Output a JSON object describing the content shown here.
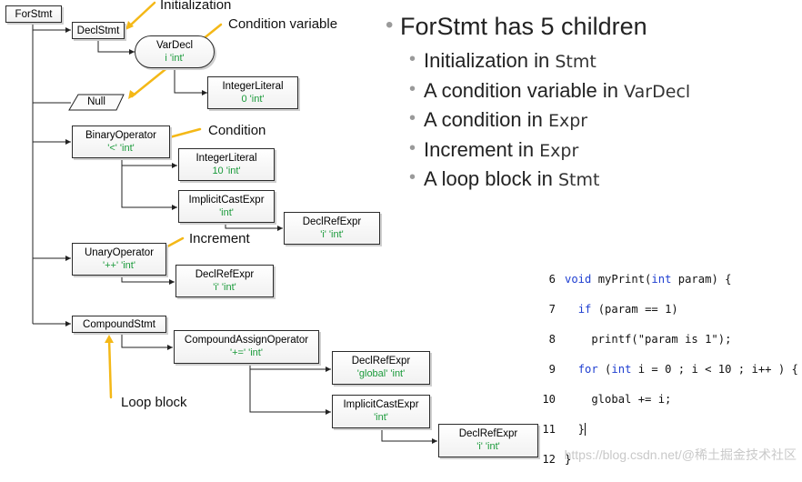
{
  "colors": {
    "arrow": "#f4b817",
    "type_text": "#1a9a3a",
    "keyword": "#1f3fd1",
    "line": "#222222"
  },
  "nodes": {
    "forstmt": {
      "label": "ForStmt"
    },
    "declstmt": {
      "label": "DeclStmt"
    },
    "vardecl": {
      "label": "VarDecl",
      "sub": "i 'int'"
    },
    "intlit1": {
      "label": "IntegerLiteral",
      "sub": "0 'int'"
    },
    "null": {
      "label": "Null"
    },
    "binop": {
      "label": "BinaryOperator",
      "sub": "'<' 'int'"
    },
    "intlit2": {
      "label": "IntegerLiteral",
      "sub": "10 'int'"
    },
    "implcast1": {
      "label": "ImplicitCastExpr",
      "sub": "'int'"
    },
    "declref1": {
      "label": "DeclRefExpr",
      "sub": "'i' 'int'"
    },
    "unop": {
      "label": "UnaryOperator",
      "sub": "'++' 'int'"
    },
    "declref2": {
      "label": "DeclRefExpr",
      "sub": "'i' 'int'"
    },
    "compound": {
      "label": "CompoundStmt"
    },
    "cao": {
      "label": "CompoundAssignOperator",
      "sub": "'+=' 'int'"
    },
    "declref3": {
      "label": "DeclRefExpr",
      "sub": "'global' 'int'"
    },
    "implcast2": {
      "label": "ImplicitCastExpr",
      "sub": "'int'"
    },
    "declref4": {
      "label": "DeclRefExpr",
      "sub": "'i' 'int'"
    }
  },
  "callouts": {
    "initialization": "Initialization",
    "condition_variable": "Condition variable",
    "condition": "Condition",
    "increment": "Increment",
    "loop_block": "Loop block"
  },
  "bullets": {
    "heading": "ForStmt has 5 children",
    "items": [
      {
        "text": "Initialization in ",
        "kw": "Stmt"
      },
      {
        "text": "A condition variable in ",
        "kw": "VarDecl"
      },
      {
        "text": "A condition in ",
        "kw": "Expr"
      },
      {
        "text": "Increment in ",
        "kw": "Expr"
      },
      {
        "text": "A loop block in ",
        "kw": "Stmt"
      }
    ]
  },
  "code": {
    "lines": [
      {
        "n": "6",
        "a": "",
        "k": "void",
        "b": " myPrint(",
        "k2": "int",
        "c": " param) {"
      },
      {
        "n": "7",
        "a": "  ",
        "k": "if",
        "b": " (param == 1)",
        "k2": "",
        "c": ""
      },
      {
        "n": "8",
        "a": "    printf(\"param is 1\");",
        "k": "",
        "b": "",
        "k2": "",
        "c": ""
      },
      {
        "n": "9",
        "a": "  ",
        "k": "for",
        "b": " (",
        "k2": "int",
        "c": " i = 0 ; i < 10 ; i++ ) {"
      },
      {
        "n": "10",
        "a": "    global += i;",
        "k": "",
        "b": "",
        "k2": "",
        "c": ""
      },
      {
        "n": "11",
        "a": "  }",
        "k": "",
        "b": "",
        "k2": "",
        "c": ""
      },
      {
        "n": "12",
        "a": "}",
        "k": "",
        "b": "",
        "k2": "",
        "c": ""
      }
    ]
  },
  "watermark": "https://blog.csdn.net/@稀土掘金技术社区"
}
